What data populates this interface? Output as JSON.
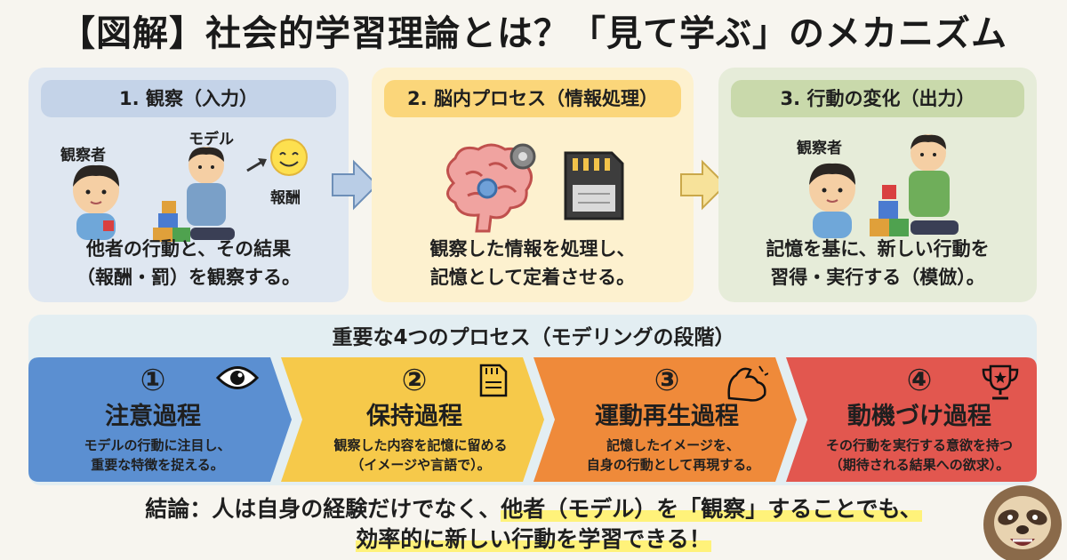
{
  "title": "【図解】社会的学習理論とは？「見て学ぶ」のメカニズム",
  "panels": [
    {
      "heading": "1. 観察（入力）",
      "labels": {
        "observer": "観察者",
        "model": "モデル",
        "reward": "報酬"
      },
      "desc_line1": "他者の行動と、その結果",
      "desc_line2": "（報酬・罰）を観察する。",
      "color": "#dfe7f1"
    },
    {
      "heading": "2. 脳内プロセス（情報処理）",
      "desc_line1": "観察した情報を処理し、",
      "desc_line2": "記憶として定着させる。",
      "color": "#fdf1cf"
    },
    {
      "heading": "3. 行動の変化（出力）",
      "labels": {
        "observer": "観察者"
      },
      "desc_line1": "記憶を基に、新しい行動を",
      "desc_line2": "習得・実行する（模倣）。",
      "color": "#e6ecd9"
    }
  ],
  "section_title": "重要な4つのプロセス（モデリングの段階）",
  "steps": [
    {
      "num": "①",
      "name": "注意過程",
      "desc_line1": "モデルの行動に注目し、",
      "desc_line2": "重要な特徴を捉える。",
      "icon": "eye-icon",
      "color": "#5b8fd1"
    },
    {
      "num": "②",
      "name": "保持過程",
      "desc_line1": "観察した内容を記憶に留める",
      "desc_line2": "（イメージや言語で）。",
      "icon": "memory-card-icon",
      "color": "#f6c94a"
    },
    {
      "num": "③",
      "name": "運動再生過程",
      "desc_line1": "記憶したイメージを、",
      "desc_line2": "自身の行動として再現する。",
      "icon": "muscle-arm-icon",
      "color": "#ef8a3a"
    },
    {
      "num": "④",
      "name": "動機づけ過程",
      "desc_line1": "その行動を実行する意欲を持つ",
      "desc_line2": "（期待される結果への欲求）。",
      "icon": "trophy-icon",
      "color": "#e2574f"
    }
  ],
  "conclusion": {
    "prefix": "結論：人は自身の経験だけでなく、",
    "highlight1": "他者（モデル）を「観察」することでも、",
    "highlight2": "効率的に新しい行動を学習できる！"
  }
}
